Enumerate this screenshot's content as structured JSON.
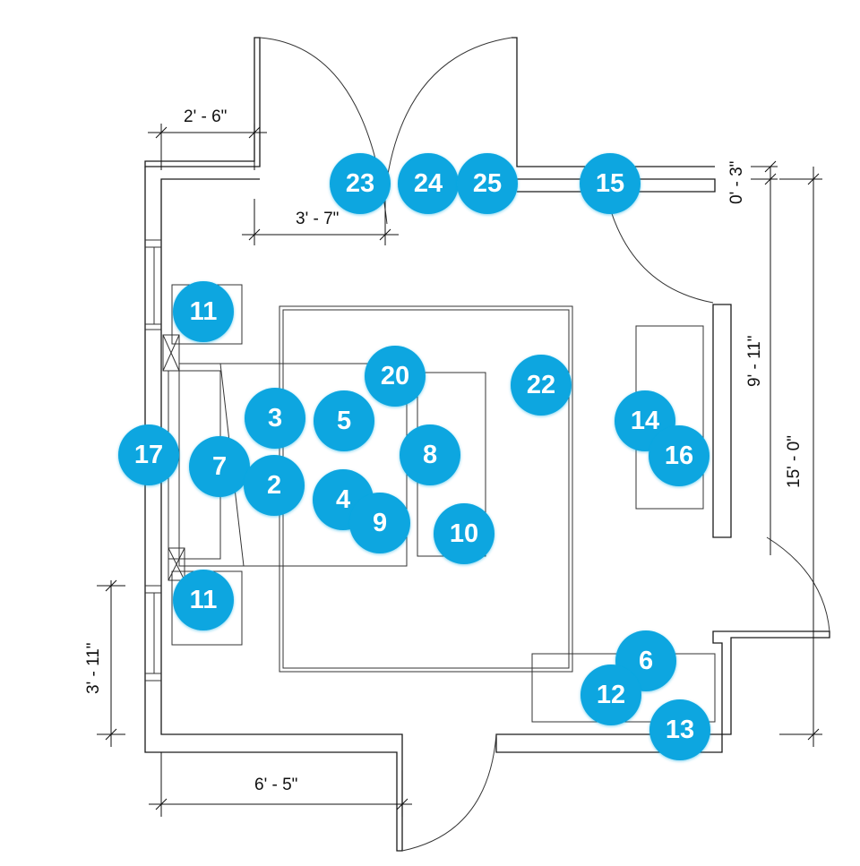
{
  "dimensions": [
    {
      "id": "d1",
      "text": "2' - 6\""
    },
    {
      "id": "d2",
      "text": "3' - 7\""
    },
    {
      "id": "d3",
      "text": "0' - 3\""
    },
    {
      "id": "d4",
      "text": "9' - 11\""
    },
    {
      "id": "d5",
      "text": "15' - 0\""
    },
    {
      "id": "d6",
      "text": "3' - 11\""
    },
    {
      "id": "d7",
      "text": "6' - 5\""
    }
  ],
  "callouts": [
    "23",
    "24",
    "25",
    "15",
    "11",
    "20",
    "22",
    "3",
    "5",
    "14",
    "17",
    "7",
    "8",
    "16",
    "2",
    "4",
    "9",
    "10",
    "11",
    "6",
    "12",
    "13"
  ],
  "colors": {
    "callout": "#0aa6e0",
    "line": "#1a1a1a",
    "background": "#ffffff"
  }
}
